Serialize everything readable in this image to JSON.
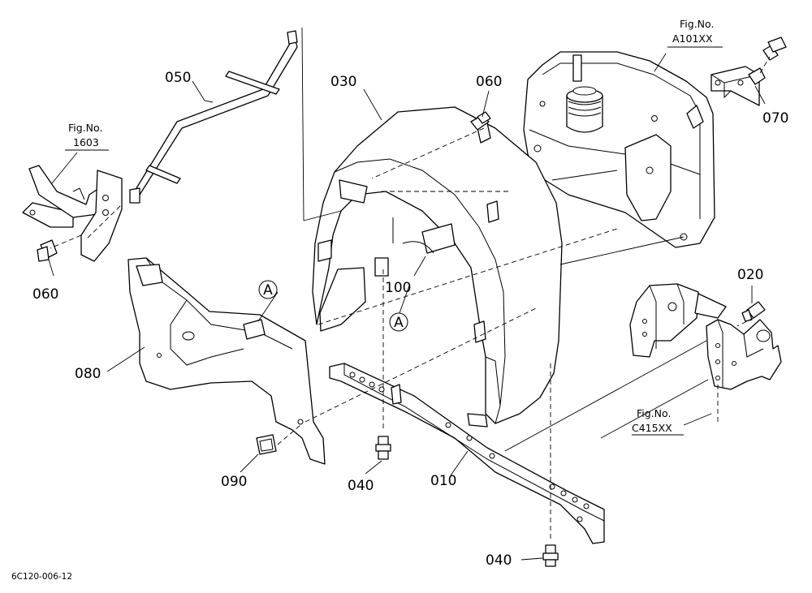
{
  "parts": {
    "p010": "010",
    "p020": "020",
    "p030": "030",
    "p040a": "040",
    "p040b": "040",
    "p050": "050",
    "p060a": "060",
    "p060b": "060",
    "p070": "070",
    "p080": "080",
    "p090": "090",
    "p100": "100"
  },
  "refs": {
    "fig1603": {
      "label": "Fig.No.",
      "number": "1603"
    },
    "figA101": {
      "label": "Fig.No.",
      "number": "A101XX"
    },
    "figC415": {
      "label": "Fig.No.",
      "number": "C415XX"
    }
  },
  "markers": {
    "a1": "A",
    "a2": "A"
  },
  "footer": {
    "code": "6C120-006-12"
  }
}
